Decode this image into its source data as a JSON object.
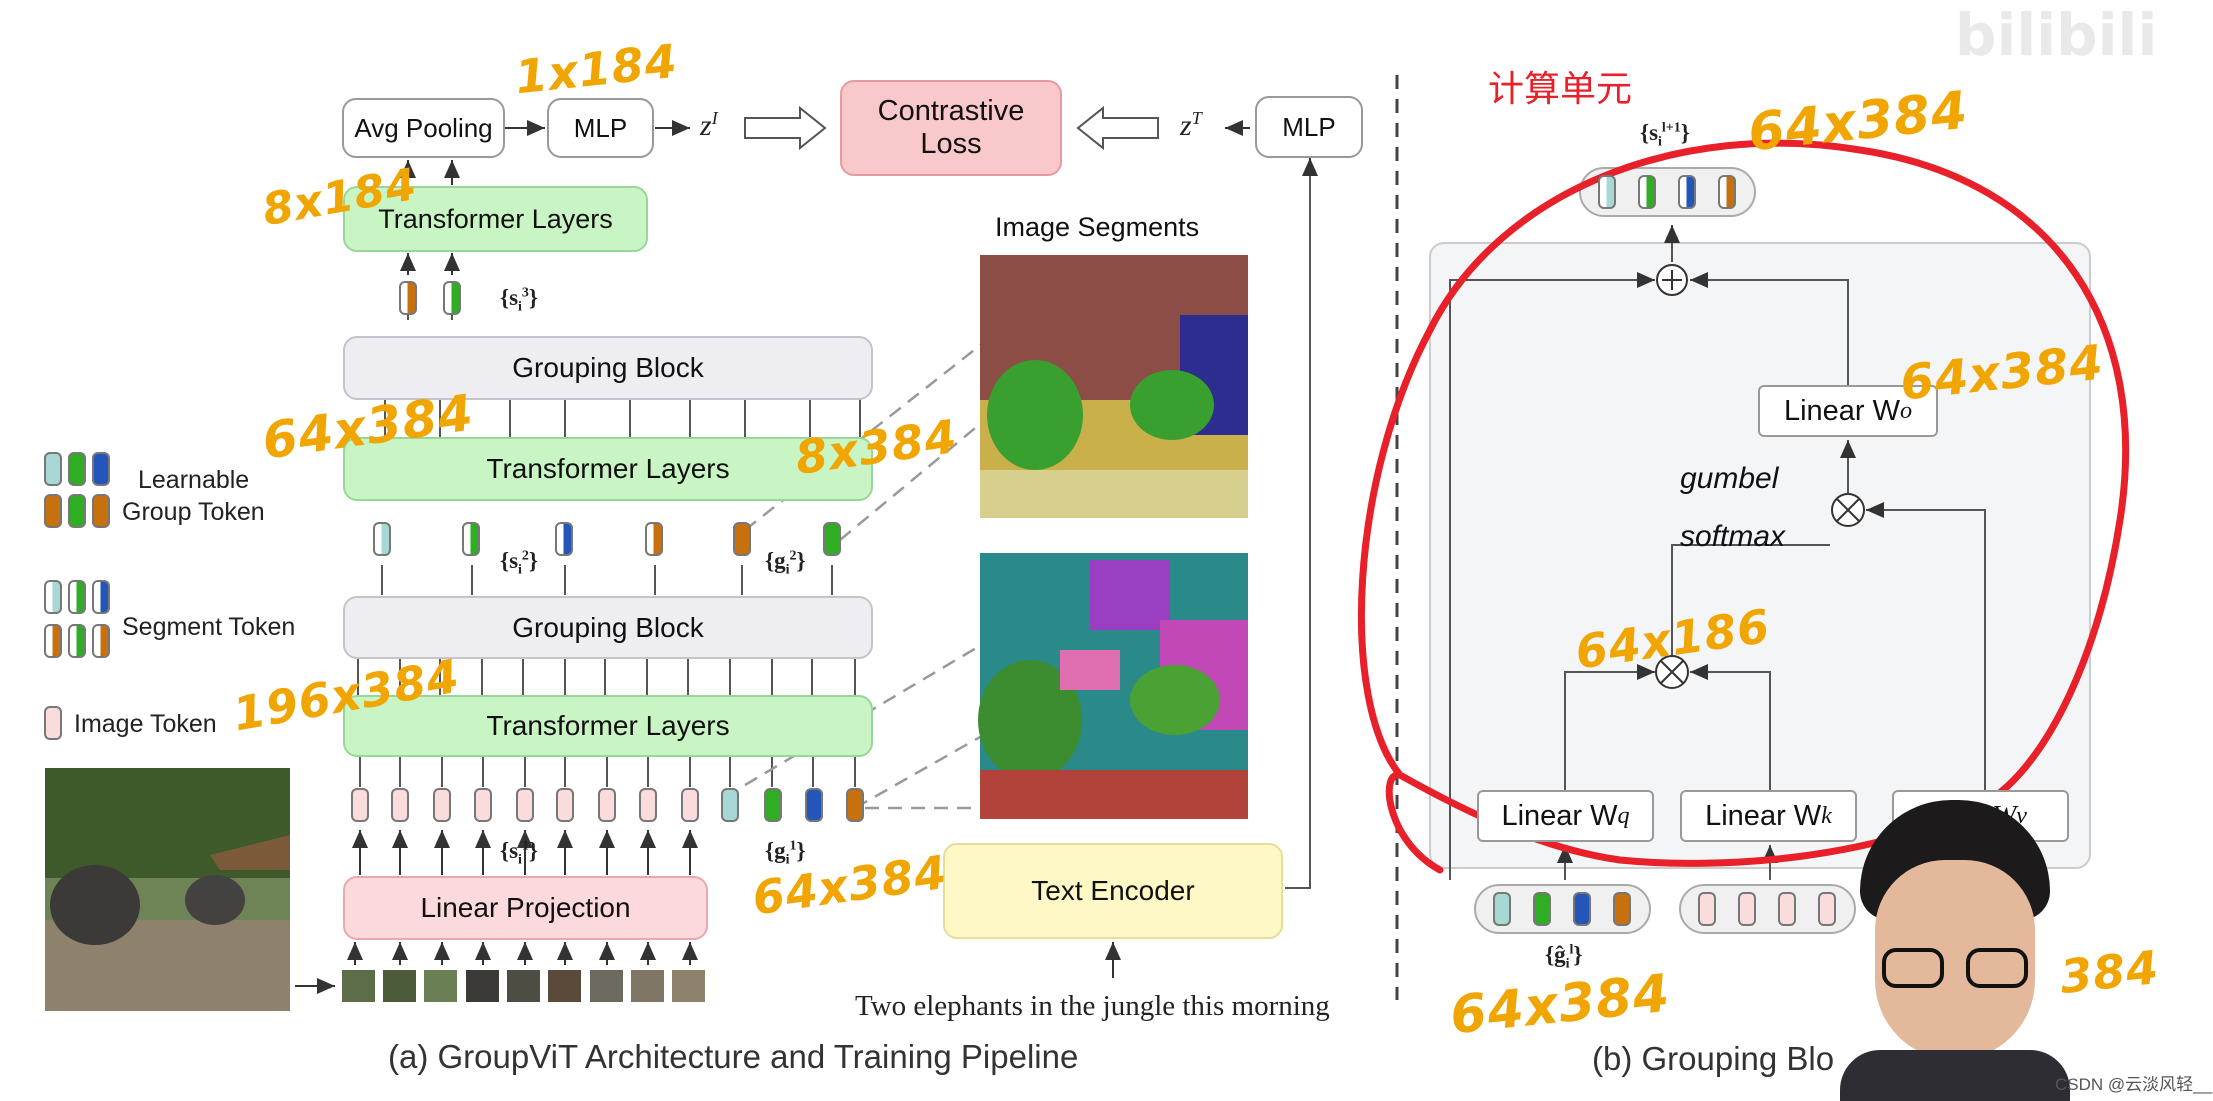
{
  "pipeline": {
    "avg_pooling": "Avg Pooling",
    "mlp_image": "MLP",
    "z_image": "z",
    "z_image_sup": "I",
    "contrastive_loss": [
      "Contrastive",
      "Loss"
    ],
    "z_text": "z",
    "z_text_sup": "T",
    "mlp_text": "MLP",
    "transformer_layers": "Transformer Layers",
    "grouping_block": "Grouping Block",
    "linear_projection": "Linear Projection",
    "text_encoder": "Text Encoder",
    "s3": "{s",
    "s3_sup": "3",
    "s3_sub": "i",
    "s3_close": "}",
    "s2": "{s",
    "s2_sup": "2",
    "s2_sub": "i",
    "s2_close": "}",
    "g2": "{g",
    "g2_sup": "2",
    "g2_sub": "i",
    "g2_close": "}",
    "s1": "{s",
    "s1_sup": "1",
    "s1_sub": "i",
    "s1_close": "}",
    "g1": "{g",
    "g1_sup": "1",
    "g1_sub": "i",
    "g1_close": "}",
    "image_segments": "Image Segments",
    "text_input": "Two elephants in the jungle this morning",
    "caption_a": "(a) GroupViT Architecture and Training Pipeline"
  },
  "legend": {
    "learnable": "Learnable",
    "group_token": "Group Token",
    "segment_token": "Segment Token",
    "image_token": "Image Token"
  },
  "grouping_detail": {
    "out_label": "{s",
    "out_sup": "l+1",
    "out_sub": "i",
    "out_close": "}",
    "linear_wo": "Linear W",
    "wo_sub": "o",
    "gumbel": "gumbel",
    "softmax": "softmax",
    "linear_wq": "Linear W",
    "wq_sub": "q",
    "linear_wk": "Linear W",
    "wk_sub": "k",
    "linear_wv": "W",
    "wv_sub": "v",
    "g_hat": "{ĝ",
    "g_hat_sup": "l",
    "g_hat_sub": "i",
    "g_hat_close": "}",
    "caption_b": "(b) Grouping Blo"
  },
  "annotations": {
    "chinese_title": "计算单元",
    "a1": "1x184",
    "a2": "8x184",
    "a3": "64x384",
    "a4": "8x384",
    "a5": "196x384",
    "a6": "64x384",
    "a7": "64x384",
    "a8": "64x384",
    "a9": "64x186",
    "a10": "64x384",
    "a11": "384"
  },
  "watermark": {
    "csdn": "CSDN @云淡风轻__",
    "logo": "bilibili"
  },
  "colors": {
    "accent_red_circle": "#e8202a",
    "handwriting": "#f0a500",
    "token_teal": "#a7d8d3",
    "token_green": "#2fae24",
    "token_blue": "#2356b8",
    "token_orange": "#c7710e",
    "token_pink": "#fbdcdc"
  }
}
